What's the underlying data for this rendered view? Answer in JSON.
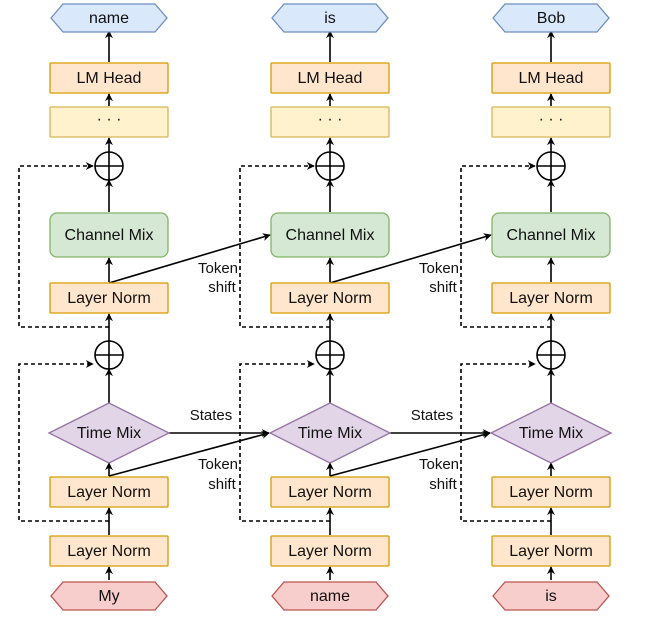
{
  "columns": [
    {
      "output_token": "name",
      "lm_head": "LM Head",
      "ellipsis": "· · ·",
      "channel_mix": "Channel Mix",
      "layer_norm_cm": "Layer Norm",
      "time_mix": "Time Mix",
      "layer_norm_tm": "Layer Norm",
      "layer_norm_in": "Layer Norm",
      "input_token": "My"
    },
    {
      "output_token": "is",
      "lm_head": "LM Head",
      "ellipsis": "· · ·",
      "channel_mix": "Channel Mix",
      "layer_norm_cm": "Layer Norm",
      "time_mix": "Time Mix",
      "layer_norm_tm": "Layer Norm",
      "layer_norm_in": "Layer Norm",
      "input_token": "name"
    },
    {
      "output_token": "Bob",
      "lm_head": "LM Head",
      "ellipsis": "· · ·",
      "channel_mix": "Channel Mix",
      "layer_norm_cm": "Layer Norm",
      "time_mix": "Time Mix",
      "layer_norm_tm": "Layer Norm",
      "layer_norm_in": "Layer Norm",
      "input_token": "is"
    }
  ],
  "connector_labels": {
    "token_shift_line1": "Token",
    "token_shift_line2": "shift",
    "states": "States"
  },
  "colors": {
    "output_fill": "#dae8fc",
    "output_stroke": "#6c8ebf",
    "norm_fill": "#ffe6cc",
    "norm_stroke": "#d79b00",
    "ellipsis_fill": "#fff2cc",
    "ellipsis_stroke": "#d6b656",
    "channel_fill": "#d5e8d4",
    "channel_stroke": "#82b366",
    "time_fill": "#e1d5e7",
    "time_stroke": "#9673a6",
    "input_fill": "#f8cecc",
    "input_stroke": "#b85450"
  }
}
